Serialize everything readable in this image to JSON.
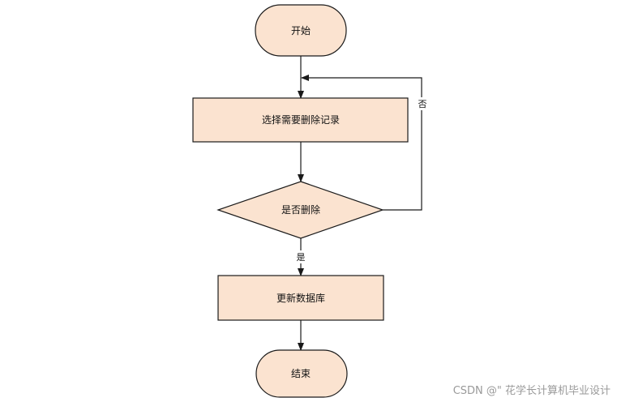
{
  "diagram": {
    "colors": {
      "node_fill": "#FBE3D0",
      "node_stroke": "#1a1a1a",
      "edge": "#1a1a1a"
    },
    "nodes": {
      "start": {
        "label": "开始",
        "shape": "terminator"
      },
      "select": {
        "label": "选择需要删除记录",
        "shape": "process"
      },
      "decide": {
        "label": "是否删除",
        "shape": "decision"
      },
      "update": {
        "label": "更新数据库",
        "shape": "process"
      },
      "end": {
        "label": "结束",
        "shape": "terminator"
      }
    },
    "edges": [
      {
        "from": "start",
        "to": "select",
        "label": ""
      },
      {
        "from": "select",
        "to": "decide",
        "label": ""
      },
      {
        "from": "decide",
        "to": "update",
        "label": "是"
      },
      {
        "from": "decide",
        "to": "select",
        "label": "否"
      },
      {
        "from": "update",
        "to": "end",
        "label": ""
      }
    ]
  },
  "watermark": "CSDN @\" 花学长计算机毕业设计"
}
